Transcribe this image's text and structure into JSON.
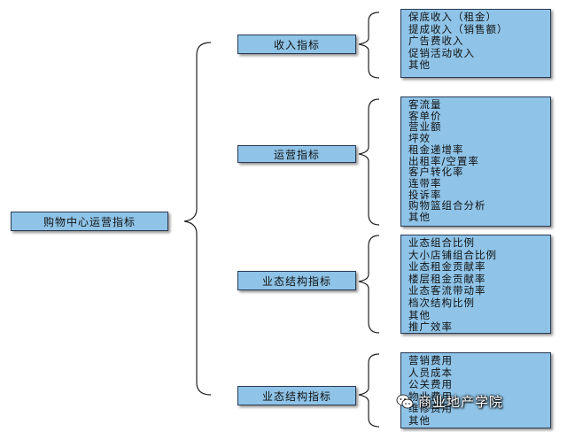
{
  "root": {
    "label": "购物中心运营指标"
  },
  "branches": [
    {
      "label": "收入指标",
      "items": [
        "保底收入（租金）",
        "提成收入（销售额）",
        "广告费收入",
        "促销活动收入",
        "其他"
      ]
    },
    {
      "label": "运营指标",
      "items": [
        "客流量",
        "客单价",
        "营业额",
        "坪效",
        "租金递增率",
        "出租率/空置率",
        "客户转化率",
        "连带率",
        "投诉率",
        "购物篮组合分析",
        "其他"
      ]
    },
    {
      "label": "业态结构指标",
      "items": [
        "业态组合比例",
        "大小店铺组合比例",
        "业态租金贡献率",
        "楼层租金贡献率",
        "业态客流带动率",
        "档次结构比例",
        "其他",
        "推广效率"
      ]
    },
    {
      "label": "业态结构指标",
      "items": [
        "营销费用",
        "人员成本",
        "公关费用",
        "物业费用",
        "维修费用",
        "其他"
      ]
    }
  ],
  "watermark": {
    "text": "商业地产学院",
    "icon": "wechat-icon"
  },
  "colors": {
    "box_fill": "#8fc4e8",
    "box_border": "#2a3a55",
    "brace": "#222222"
  }
}
